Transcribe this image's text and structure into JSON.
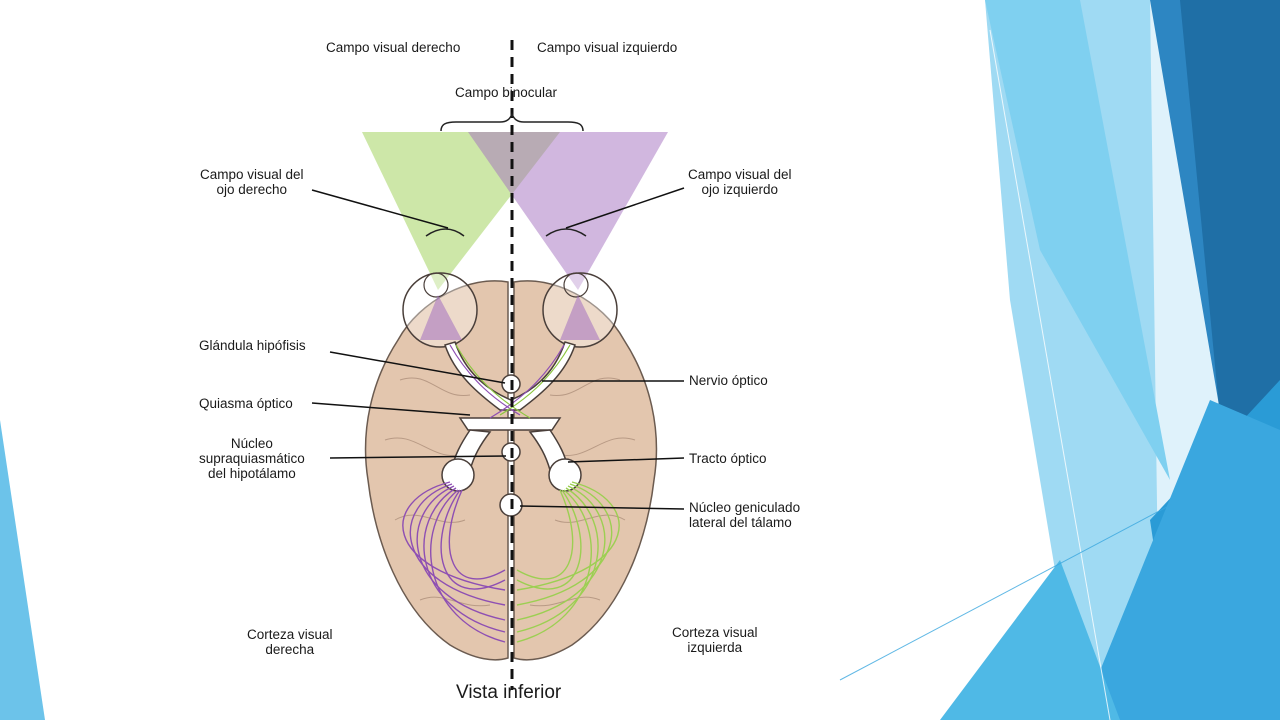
{
  "slide": {
    "accent_colors": [
      "#1f6fa6",
      "#2d86c2",
      "#3aa7df",
      "#7fd0f0",
      "#b9e4f6",
      "#dff2fb"
    ]
  },
  "diagram": {
    "colors": {
      "right_field": "#9ccf52",
      "left_field": "#a36fc0",
      "brain_fill": "#e3c6ae",
      "brain_outline": "#6b5b50",
      "right_fibers": "#8cc63f",
      "left_fibers": "#8e4fb3"
    },
    "labels": {
      "right_visual_field": "Campo visual derecho",
      "left_visual_field": "Campo visual izquierdo",
      "binocular_field": "Campo binocular",
      "right_eye_field": [
        "Campo visual del",
        "ojo derecho"
      ],
      "left_eye_field": [
        "Campo visual del",
        "ojo izquierdo"
      ],
      "pituitary": "Glándula hipófisis",
      "optic_nerve": "Nervio óptico",
      "optic_chiasm": "Quiasma óptico",
      "suprachiasmatic": [
        "Núcleo",
        "supraquiasmático",
        "del hipotálamo"
      ],
      "optic_tract": "Tracto óptico",
      "lateral_geniculate": [
        "Núcleo geniculado",
        "lateral del tálamo"
      ],
      "right_cortex": [
        "Corteza visual",
        "derecha"
      ],
      "left_cortex": [
        "Corteza visual",
        "izquierda"
      ],
      "inferior_view": "Vista inferior"
    }
  }
}
